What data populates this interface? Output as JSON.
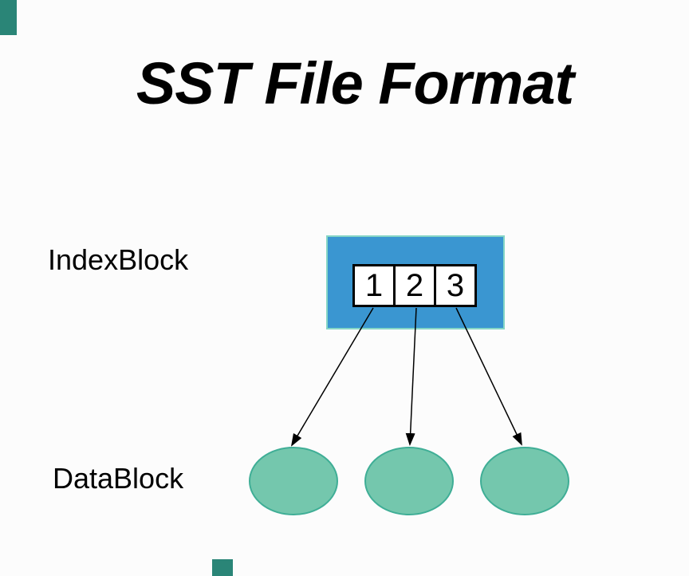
{
  "slide": {
    "title": "SST File Format",
    "index_block": {
      "label": "IndexBlock",
      "entries": [
        "1",
        "2",
        "3"
      ]
    },
    "data_block": {
      "label": "DataBlock",
      "ellipse_count": 3
    },
    "colors": {
      "background": "#fcfcfc",
      "title_text": "#000000",
      "index_block_fill": "#3a96d1",
      "index_block_border": "#86d6c6",
      "index_cell_fill": "#ffffff",
      "index_cell_border": "#000000",
      "data_block_fill": "#74c7ad",
      "data_block_border": "#3fae96",
      "arrow": "#000000",
      "corner_marker": "#2a8577"
    }
  }
}
